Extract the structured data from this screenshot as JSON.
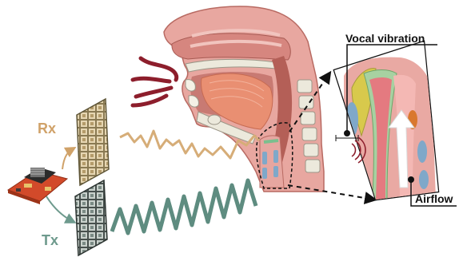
{
  "labels": {
    "rx": "Rx",
    "tx": "Tx",
    "vocal_vibration": "Vocal vibration",
    "airflow": "Airflow"
  },
  "colors": {
    "rx": "#d0a269",
    "tx": "#6e9a8d",
    "rx_wave": "#d6ad78",
    "tx_wave": "#5e8c80",
    "sound_waves": "#8d1e2c",
    "skin": "#e8a7a0",
    "skin_dark": "#b86a62",
    "muscle": "#e98f72",
    "bone": "#ece9dc",
    "cartilage": "#7fa8c9",
    "pcb": "#d24a2a",
    "dashed": "#111111"
  },
  "icons": [
    "circuit-board-icon",
    "rx-antenna-array-icon",
    "tx-antenna-array-icon",
    "sound-wave-icon",
    "head-cross-section-icon",
    "larynx-zoom-icon",
    "airflow-arrow-icon"
  ]
}
